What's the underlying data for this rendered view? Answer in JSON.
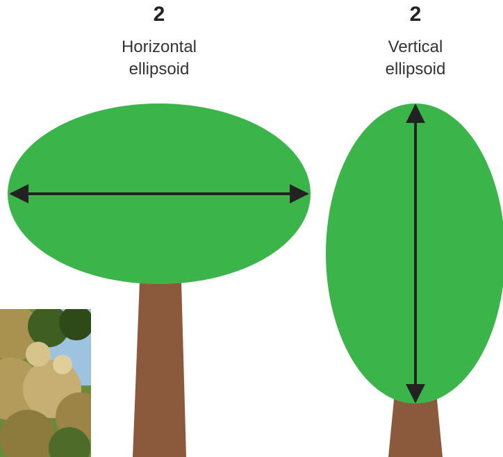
{
  "colors": {
    "canopy": "#3BB54A",
    "trunk": "#8B5A3C",
    "arrow": "#222222"
  },
  "panels": [
    {
      "number": "2",
      "title_line1": "Horizontal",
      "title_line2": "ellipsoid",
      "arrow_orientation": "horizontal"
    },
    {
      "number": "2",
      "title_line1": "Vertical",
      "title_line2": "ellipsoid",
      "arrow_orientation": "vertical"
    }
  ],
  "photo": {
    "icon": "tree-photo-icon"
  }
}
